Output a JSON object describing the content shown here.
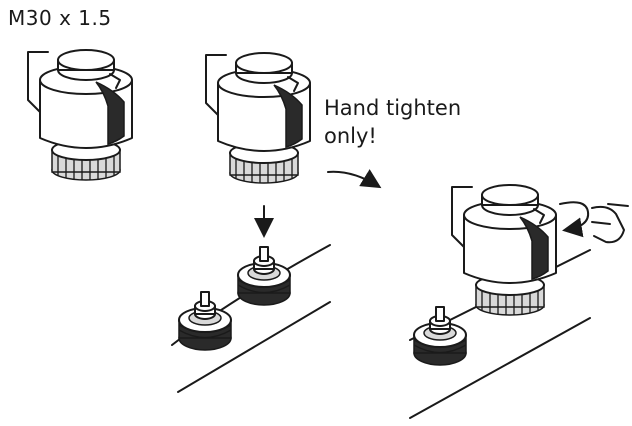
{
  "labels": {
    "thread_size": "M30 x 1.5",
    "instruction_line1": "Hand tighten",
    "instruction_line2": "only!"
  },
  "icons": [
    "actuator-icon",
    "valve-icon",
    "arrow-down-icon",
    "curved-arrow-icon",
    "rotate-arrow-icon",
    "hand-icon"
  ],
  "colors": {
    "ink": "#1a1a1a",
    "shade": "#d9d9d9",
    "paper": "#ffffff"
  }
}
